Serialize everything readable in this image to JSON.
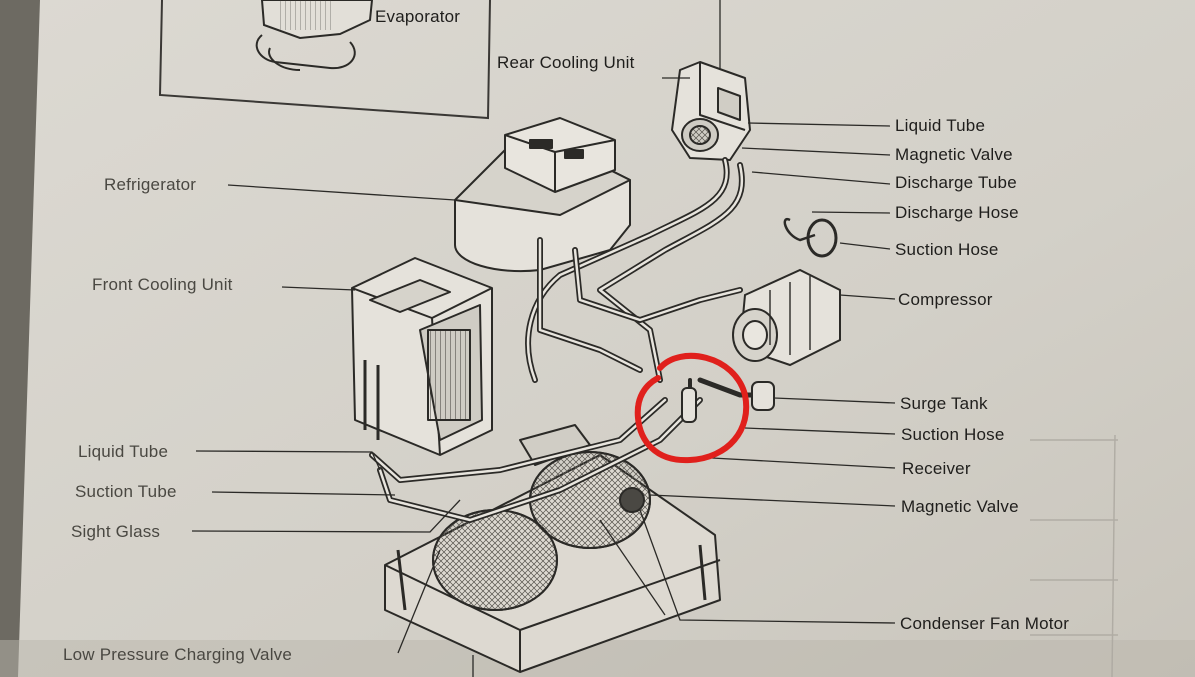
{
  "labels": {
    "evaporator": "Evaporator",
    "rear_cooling_unit": "Rear Cooling Unit",
    "refrigerator": "Refrigerator",
    "front_cooling_unit": "Front Cooling Unit",
    "liquid_tube_left": "Liquid Tube",
    "suction_tube": "Suction Tube",
    "sight_glass": "Sight Glass",
    "low_pressure_charging_valve": "Low Pressure Charging Valve",
    "liquid_tube_right": "Liquid Tube",
    "magnetic_valve_top": "Magnetic Valve",
    "discharge_tube": "Discharge Tube",
    "discharge_hose": "Discharge Hose",
    "suction_hose_top": "Suction Hose",
    "compressor": "Compressor",
    "surge_tank": "Surge Tank",
    "suction_hose_bottom": "Suction Hose",
    "receiver": "Receiver",
    "magnetic_valve_bottom": "Magnetic Valve",
    "condenser_fan_motor": "Condenser Fan Motor"
  },
  "colors": {
    "paper": "#d9d6cf",
    "ink": "#2b2a27",
    "annotation": "#e0201c"
  }
}
